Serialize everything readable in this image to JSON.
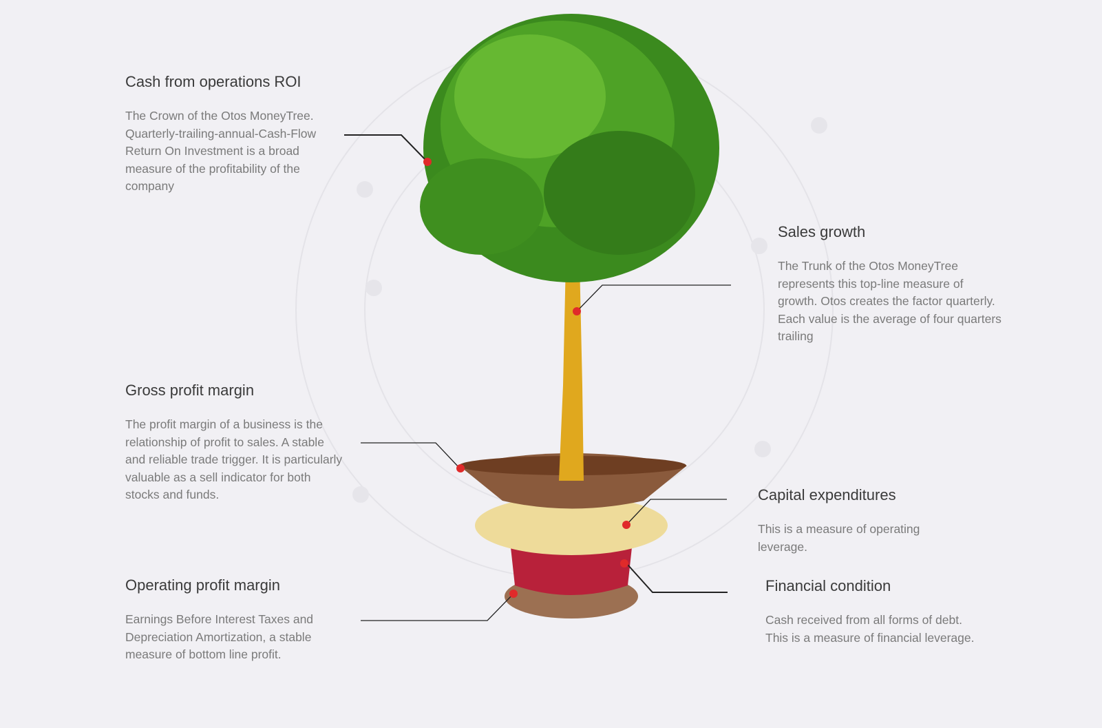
{
  "colors": {
    "background": "#f1f0f4",
    "marker": "#e02a2a",
    "trunk": "#e0a81e",
    "pot_bowl": "#8a5a3c",
    "pot_ring": "#eedb9a",
    "pot_base": "#b8213a",
    "pot_foot": "#9c7052"
  },
  "sections": [
    {
      "title": "Cash from operations ROI",
      "body": "The Crown of the Otos MoneyTree. Quarterly-trailing-annual-Cash-Flow Return On Investment is a broad measure of the profitability of the company"
    },
    {
      "title": "Sales growth",
      "body": "The Trunk of the Otos MoneyTree represents this top-line measure of growth. Otos creates the factor quarterly. Each value is the average of four quarters trailing"
    },
    {
      "title": "Gross profit margin",
      "body": "The profit margin of a business is the relationship of profit to sales. A stable and reliable trade trigger. It is particularly valuable as a sell indicator for both stocks and funds."
    },
    {
      "title": "Capital expenditures",
      "body": "This is a measure of operating leverage."
    },
    {
      "title": "Operating profit margin",
      "body": "Earnings Before Interest Taxes and Depreciation Amortization, a stable measure of bottom line profit."
    },
    {
      "title": "Financial condition",
      "body": "Cash received from all forms of debt. This is a measure of financial leverage."
    }
  ]
}
